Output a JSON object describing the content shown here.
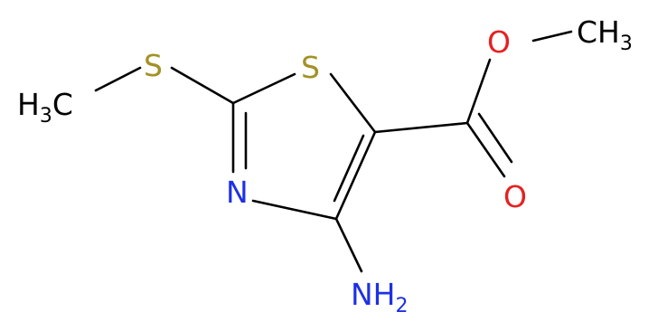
{
  "atoms": {
    "ch3_left": {
      "text": "H",
      "sub": "3",
      "tail": "C",
      "color": "#000000"
    },
    "s_thioether": {
      "text": "S",
      "color": "#a39126"
    },
    "s_ring": {
      "text": "S",
      "color": "#a39126"
    },
    "n_ring": {
      "text": "N",
      "color": "#1d30e6"
    },
    "nh2": {
      "text": "NH",
      "sub": "2",
      "color": "#1d30e6"
    },
    "o_ester": {
      "text": "O",
      "color": "#e62020"
    },
    "o_carbonyl": {
      "text": "O",
      "color": "#e62020"
    },
    "ch3_right": {
      "text": "CH",
      "sub": "3",
      "color": "#000000"
    }
  }
}
